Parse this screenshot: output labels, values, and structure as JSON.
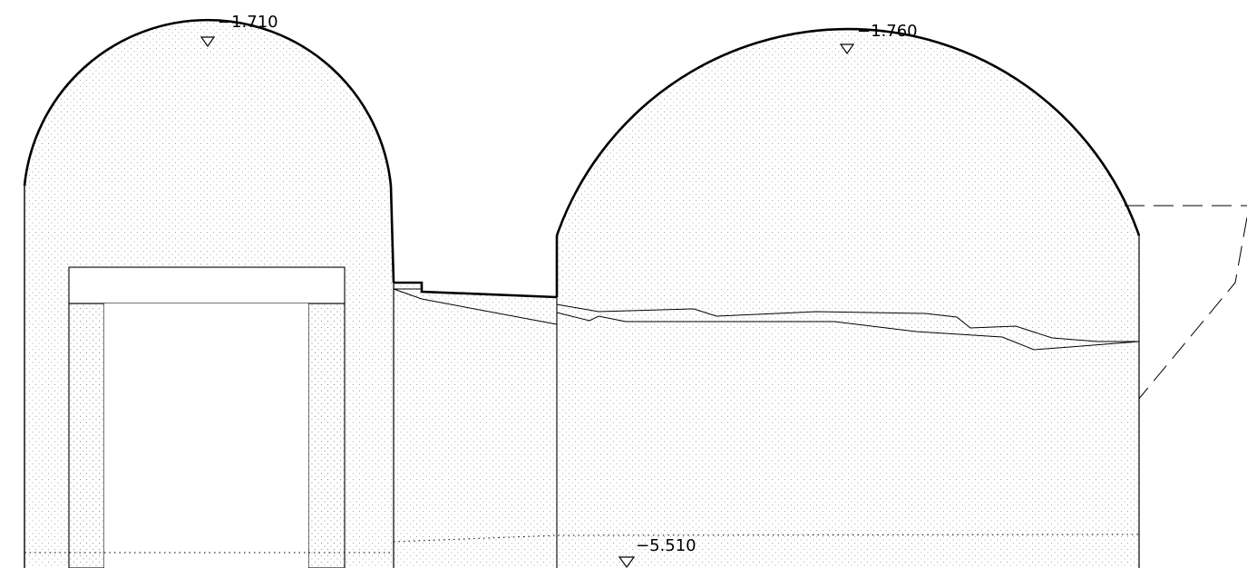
{
  "drawing": {
    "line_color": "#000000",
    "background": "#ffffff",
    "fill_pattern": "dotted-stipple"
  },
  "elevations": {
    "left_vault_top": "−1.710",
    "right_vault_top": "−1.760",
    "bottom_level": "−5.510"
  },
  "icons": {
    "level_marker": "elevation-triangle-icon"
  }
}
